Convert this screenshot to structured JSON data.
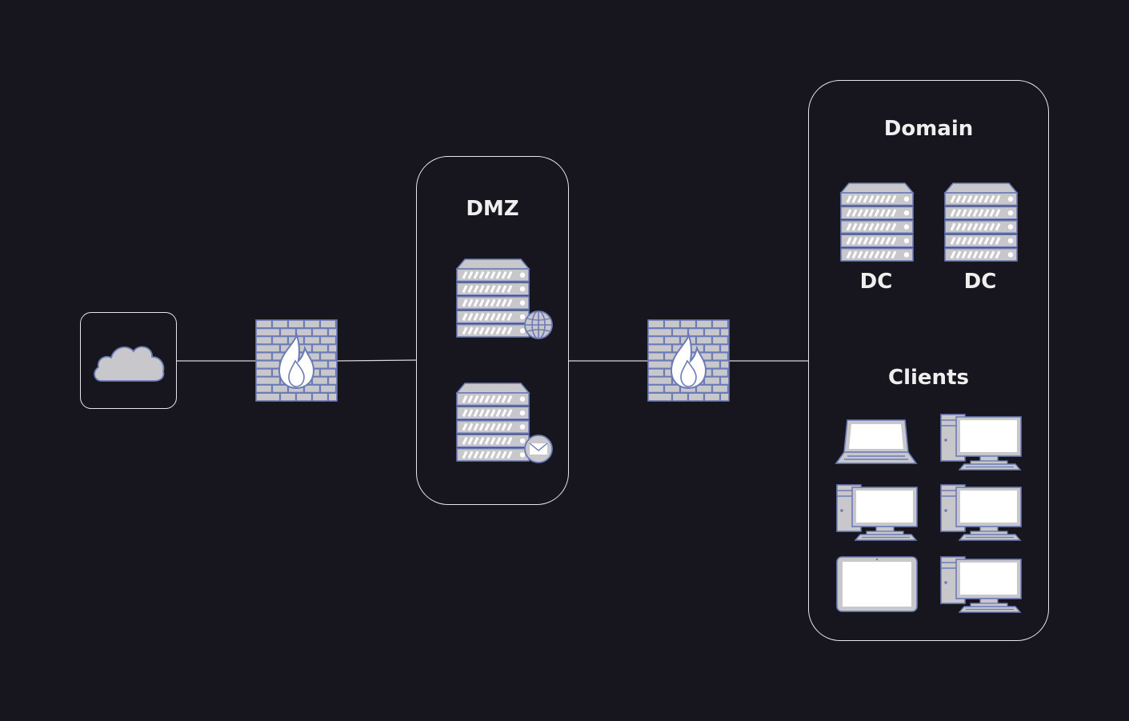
{
  "colors": {
    "background": "#17151d",
    "container_border": "#e6e6e6",
    "link": "#d8d8d8",
    "icon_fill": "#c8c8cc",
    "icon_stroke": "#6b7bb5",
    "label_text": "#efefef"
  },
  "groups": {
    "dmz": {
      "title": "DMZ"
    },
    "domain": {
      "title": "Domain",
      "clients_title": "Clients"
    }
  },
  "nodes": {
    "internet": {
      "icon": "cloud-icon"
    },
    "outer_firewall": {
      "icon": "firewall-icon"
    },
    "web_server": {
      "icon": "web-server-icon"
    },
    "mail_server": {
      "icon": "mail-server-icon"
    },
    "inner_firewall": {
      "icon": "firewall-icon"
    },
    "domain_controllers": [
      {
        "label": "DC",
        "icon": "server-icon"
      },
      {
        "label": "DC",
        "icon": "server-icon"
      }
    ],
    "clients": [
      {
        "icon": "laptop-icon"
      },
      {
        "icon": "desktop-icon"
      },
      {
        "icon": "desktop-icon"
      },
      {
        "icon": "desktop-icon"
      },
      {
        "icon": "tablet-icon"
      },
      {
        "icon": "desktop-icon"
      }
    ]
  }
}
